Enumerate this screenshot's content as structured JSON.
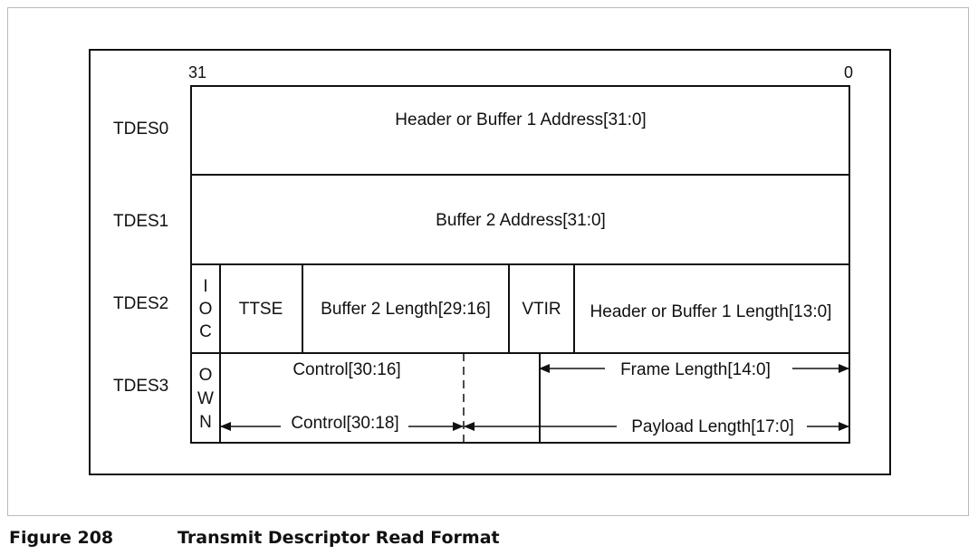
{
  "bits": {
    "high": "31",
    "low": "0"
  },
  "rows": [
    {
      "label": "TDES0"
    },
    {
      "label": "TDES1"
    },
    {
      "label": "TDES2"
    },
    {
      "label": "TDES3"
    }
  ],
  "tdes0": {
    "field": "Header or Buffer 1 Address[31:0]"
  },
  "tdes1": {
    "field": "Buffer 2 Address[31:0]"
  },
  "tdes2": {
    "ioc": [
      "I",
      "O",
      "C"
    ],
    "ttse": "TTSE",
    "buffer2_length": "Buffer 2 Length[29:16]",
    "vtir": "VTIR",
    "header_buffer1_length": "Header or Buffer 1 Length[13:0]"
  },
  "tdes3": {
    "own": [
      "O",
      "W",
      "N"
    ],
    "control_upper": "Control[30:16]",
    "frame_length": "Frame Length[14:0]",
    "control_lower": "Control[30:18]",
    "payload_length": "Payload Length[17:0]"
  },
  "caption": {
    "figure_number": "Figure 208",
    "title": "Transmit Descriptor Read Format"
  }
}
